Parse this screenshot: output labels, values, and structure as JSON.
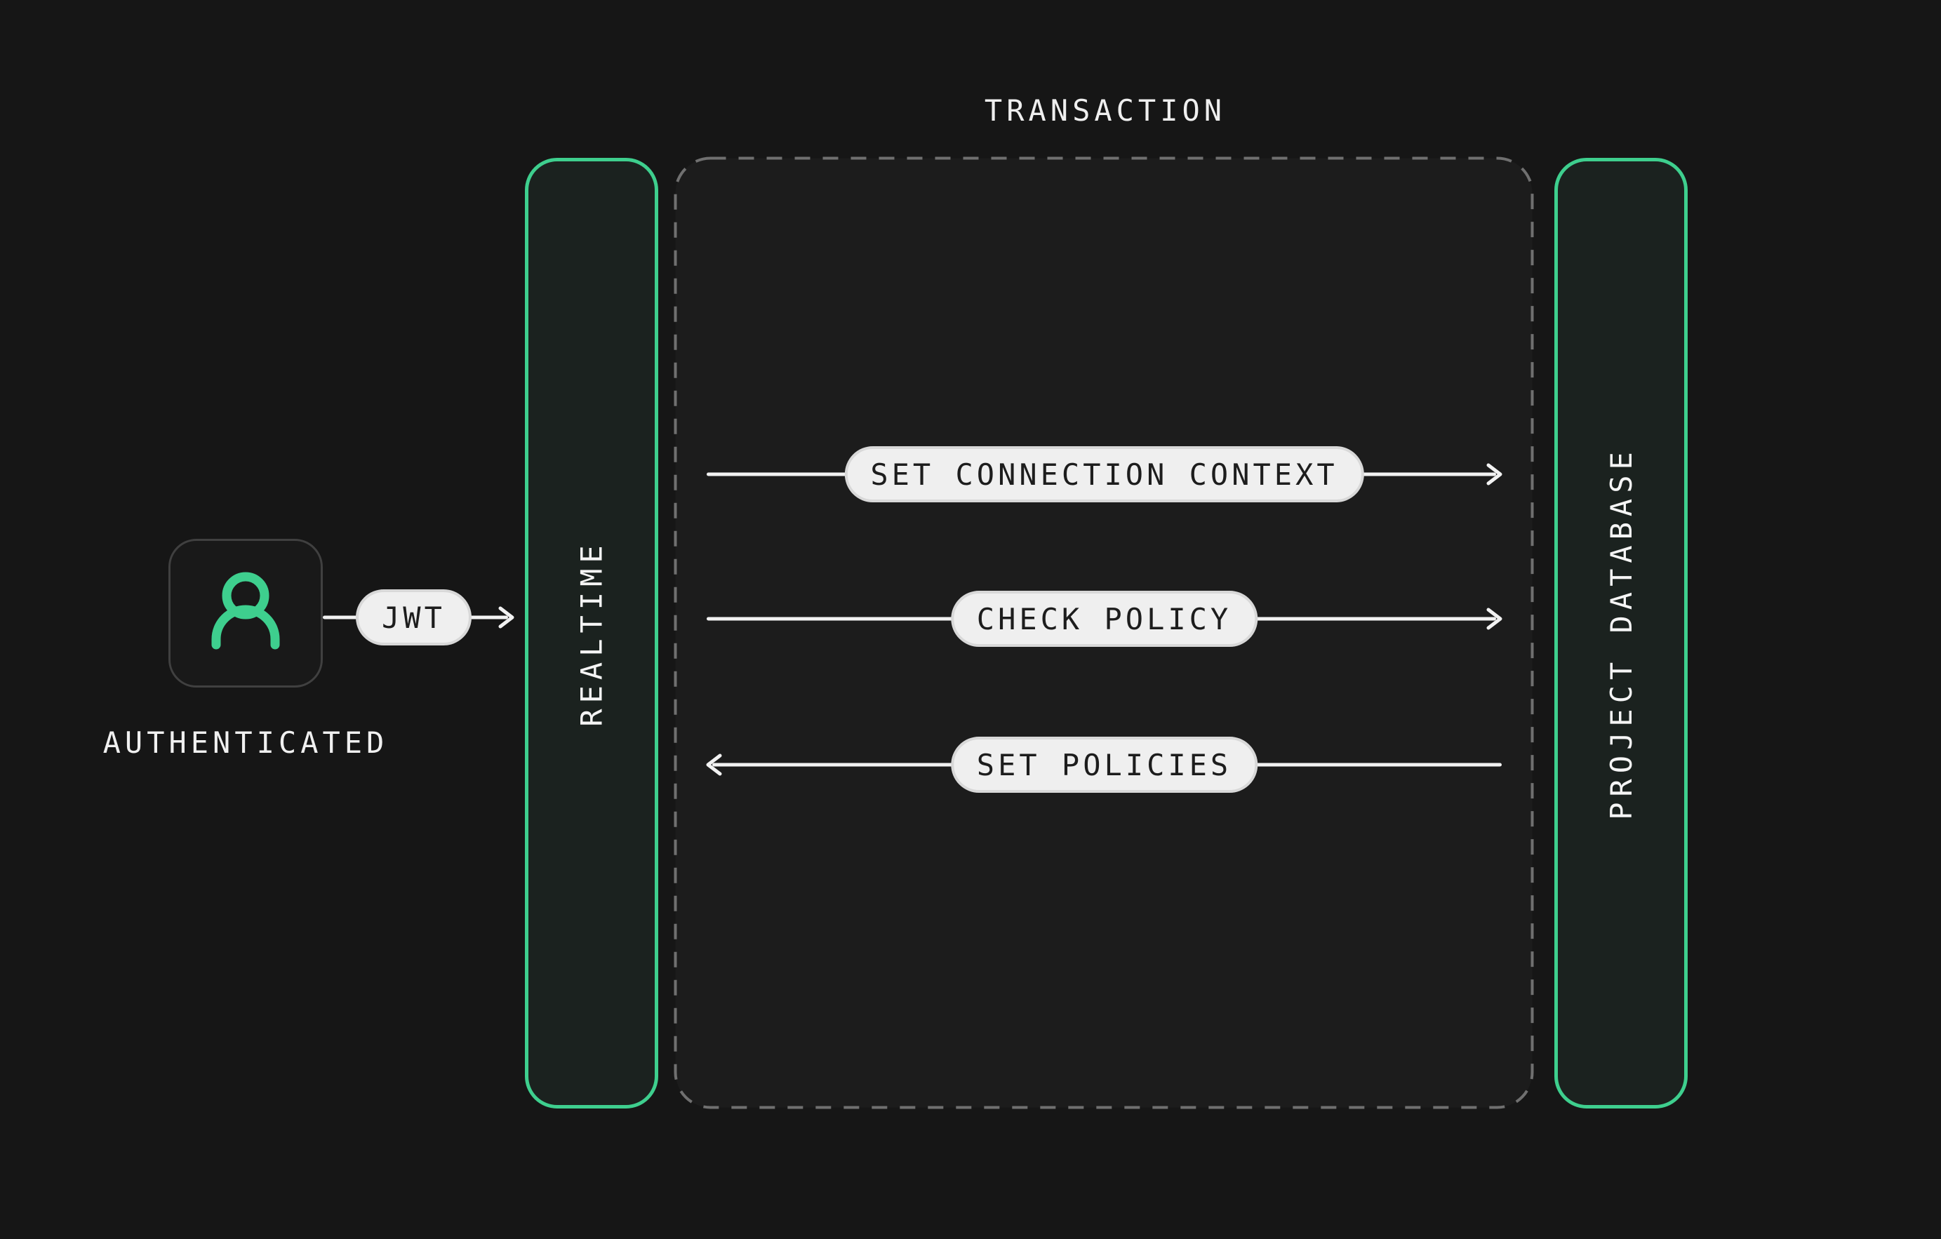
{
  "diagram": {
    "title": "TRANSACTION",
    "actor": {
      "label": "AUTHENTICATED"
    },
    "token": {
      "label": "JWT"
    },
    "lanes": {
      "left": {
        "label": "REALTIME"
      },
      "right": {
        "label": "PROJECT DATABASE"
      }
    },
    "messages": [
      {
        "label": "SET CONNECTION CONTEXT",
        "direction": "right"
      },
      {
        "label": "CHECK POLICY",
        "direction": "right"
      },
      {
        "label": "SET POLICIES",
        "direction": "left"
      }
    ],
    "colors": {
      "accent_green": "#3ecf8e",
      "background": "#161616",
      "transaction_fill": "#1c1c1c",
      "transaction_dash": "#707070",
      "lane_fill": "#1b221f",
      "pill_background": "#efefef",
      "pill_border": "#d8d8d8",
      "pill_text": "#1d1d1d",
      "line": "#f2f2f2",
      "label_text": "#f0f0f0"
    }
  }
}
